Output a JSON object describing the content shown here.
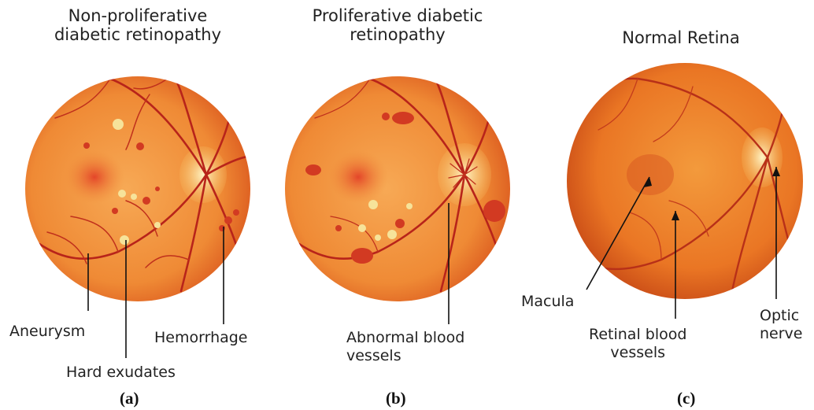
{
  "panels": [
    {
      "id": "a",
      "title": "Non-proliferative\ndiabetic retinopathy",
      "caption": "(a)",
      "labels": [
        "Aneurysm",
        "Hard exudates",
        "Hemorrhage"
      ]
    },
    {
      "id": "b",
      "title": "Proliferative diabetic\nretinopathy",
      "caption": "(b)",
      "labels": [
        "Abnormal blood\nvessels"
      ]
    },
    {
      "id": "c",
      "title": "Normal Retina",
      "caption": "(c)",
      "labels": [
        "Macula",
        "Retinal blood\nvessels",
        "Optic\nnerve"
      ]
    }
  ],
  "colors": {
    "retina_center": "#f5a04a",
    "retina_edge": "#d9531c",
    "vessel": "#b8241a",
    "hemorrhage": "#d23a22",
    "exudate": "#f6e39a",
    "optic_disc": "#fbe6a8",
    "macula": "#e04a2a"
  }
}
